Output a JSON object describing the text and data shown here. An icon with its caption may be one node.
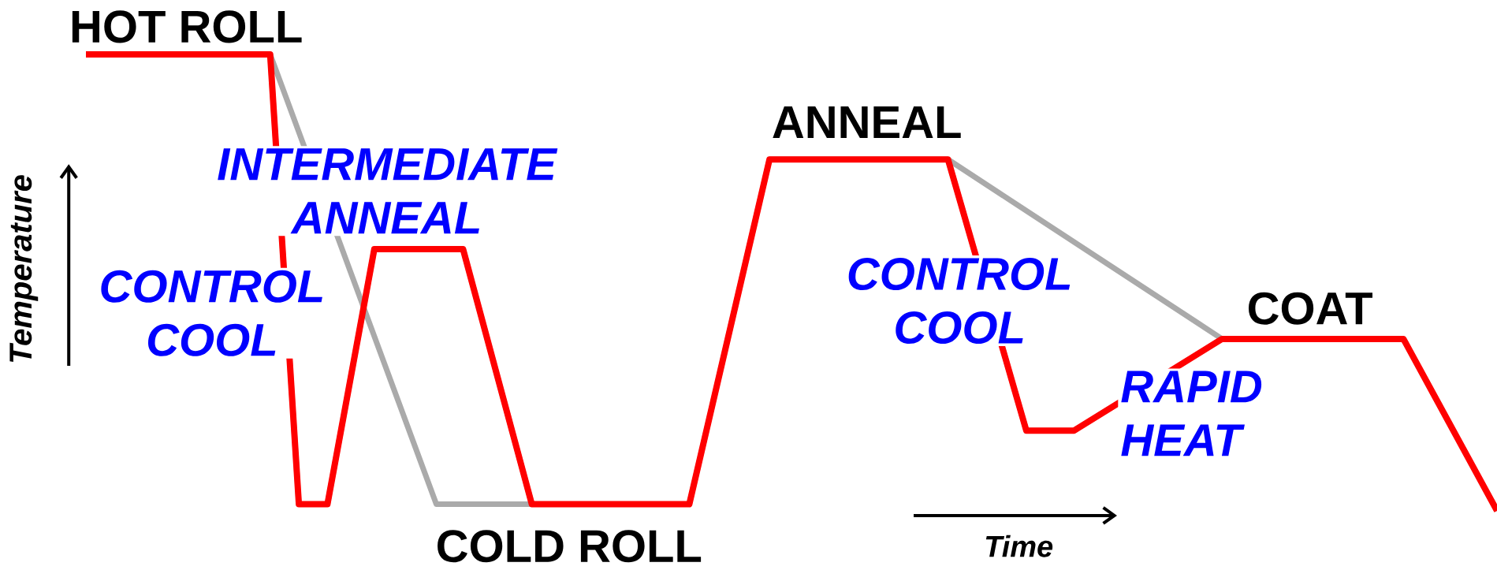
{
  "diagram": {
    "labels": [
      "HOT ROLL",
      "INTERMEDIATE ANNEAL",
      "CONTROL COOL",
      "ANNEAL",
      "CONTROL COOL",
      "COAT",
      "RAPID HEAT",
      "COLD ROLL",
      "Temperature",
      "Time"
    ]
  }
}
